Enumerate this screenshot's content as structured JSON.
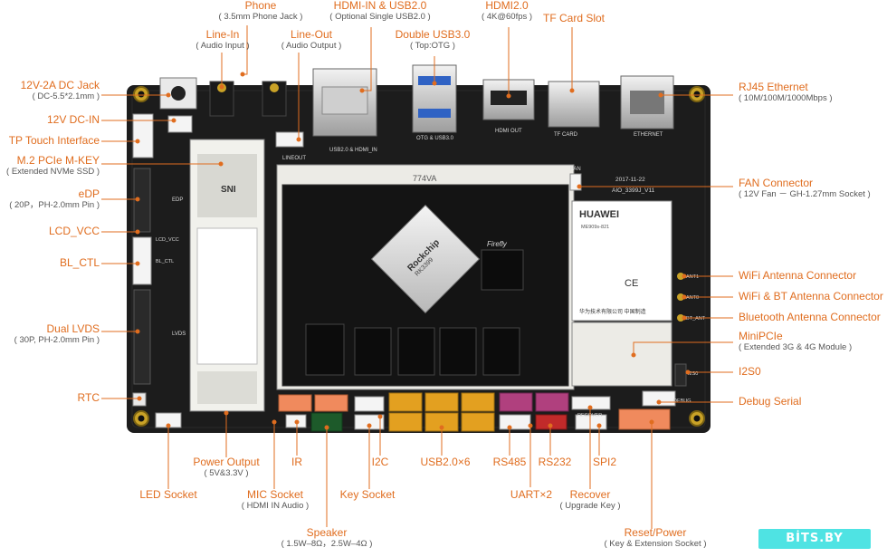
{
  "labels": {
    "phone": {
      "title": "Phone",
      "sub": "( 3.5mm Phone Jack )"
    },
    "hdmi_in": {
      "title": "HDMI-IN & USB2.0",
      "sub": "( Optional Single USB2.0 )"
    },
    "hdmi2": {
      "title": "HDMI2.0",
      "sub": "( 4K@60fps )"
    },
    "tf_card": {
      "title": "TF Card Slot"
    },
    "line_in": {
      "title": "Line-In",
      "sub": "( Audio Input )"
    },
    "line_out": {
      "title": "Line-Out",
      "sub": "( Audio Output )"
    },
    "usb3": {
      "title": "Double USB3.0",
      "sub": "( Top:OTG )"
    },
    "dc_jack": {
      "title": "12V-2A DC Jack",
      "sub": "( DC-5.5*2.1mm )"
    },
    "rj45": {
      "title": "RJ45 Ethernet",
      "sub": "( 10M/100M/1000Mbps )"
    },
    "dc_in": {
      "title": "12V DC-IN"
    },
    "tp_touch": {
      "title": "TP Touch Interface"
    },
    "m2": {
      "title": "M.2 PCIe M-KEY",
      "sub": "( Extended NVMe SSD )"
    },
    "edp": {
      "title": "eDP",
      "sub": "( 20P，PH-2.0mm Pin )"
    },
    "fan": {
      "title": "FAN Connector",
      "sub": "( 12V Fan － GH-1.27mm Socket )"
    },
    "lcd_vcc": {
      "title": "LCD_VCC"
    },
    "bl_ctl": {
      "title": "BL_CTL"
    },
    "wifi_ant": {
      "title": "WiFi Antenna Connector"
    },
    "wifi_bt_ant": {
      "title": "WiFi & BT Antenna Connector"
    },
    "bt_ant": {
      "title": "Bluetooth Antenna Connector"
    },
    "dual_lvds": {
      "title": "Dual LVDS",
      "sub": "( 30P, PH-2.0mm Pin )"
    },
    "minipcie": {
      "title": "MiniPCIe",
      "sub": "( Extended 3G & 4G Module )"
    },
    "i2s0": {
      "title": "I2S0"
    },
    "rtc": {
      "title": "RTC"
    },
    "debug": {
      "title": "Debug Serial"
    },
    "power_out": {
      "title": "Power Output",
      "sub": "( 5V&3.3V )"
    },
    "ir": {
      "title": "IR"
    },
    "i2c": {
      "title": "I2C"
    },
    "usb2x6": {
      "title": "USB2.0×6"
    },
    "rs485": {
      "title": "RS485"
    },
    "rs232": {
      "title": "RS232"
    },
    "spi2": {
      "title": "SPI2"
    },
    "led": {
      "title": "LED Socket"
    },
    "mic": {
      "title": "MIC Socket",
      "sub": "( HDMI IN Audio )"
    },
    "key": {
      "title": "Key Socket"
    },
    "uart": {
      "title": "UART×2"
    },
    "recover": {
      "title": "Recover",
      "sub": "( Upgrade Key )"
    },
    "speaker": {
      "title": "Speaker",
      "sub": "( 1.5W–8Ω，2.5W–4Ω )"
    },
    "reset": {
      "title": "Reset/Power",
      "sub": "( Key & Extension Socket )"
    }
  },
  "board_text": {
    "soc": "Rockchip",
    "soc_model": "RK3399",
    "brand": "Firefly",
    "modem_brand": "HUAWEI",
    "modem_model": "ME909s-821",
    "modem_maker": "华为技术有限公司  中国制造",
    "board_date": "2017-11-22",
    "board_id": "AIO_3399J_V11",
    "silk_usb_hdmi": "USB2.0 & HDMI_IN",
    "silk_otg": "OTG & USB3.0",
    "silk_hdmi_out": "HDMI OUT",
    "silk_tf": "TF CARD",
    "silk_eth": "ETHERNET",
    "silk_lineout": "LINEOUT",
    "silk_recover": "RECOVER",
    "silk_fan": "FAN",
    "silk_ant1": "ANT1",
    "silk_ant0": "ANT0",
    "silk_bt": "BT_ANT",
    "silk_i2s0": "I2S0",
    "silk_debug": "DEBUG",
    "silk_edp": "EDP",
    "silk_lvds": "LVDS",
    "silk_bl": "BL_CTL",
    "silk_lcd": "LCD_VCC",
    "slot_code": "774VA",
    "ssd_brand": "SNI",
    "ce_mark": "CE"
  },
  "watermark": "BİTS.BY",
  "colors": {
    "accent": "#e06d1f",
    "pcb": "#1c1c1c",
    "header_orange": "#f08a5d",
    "header_yellow": "#e3a020",
    "header_purple": "#b0407e",
    "header_red": "#c12a2a",
    "watermark": "#4fe3e3"
  }
}
